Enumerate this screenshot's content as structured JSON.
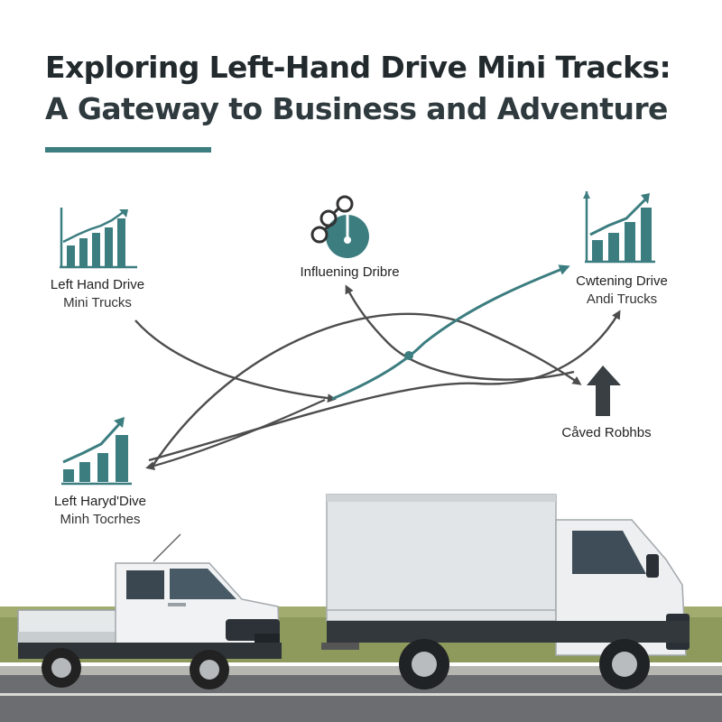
{
  "title": {
    "line1": "Exploring Left-Hand Drive Mini Tracks:",
    "line2": "A Gateway to Business and Adventure"
  },
  "nodes": {
    "top_left": {
      "line1": "Left Hand Drive",
      "line2": "Mini Trucks",
      "icon": "bar-chart-up-icon"
    },
    "top_center": {
      "line1": "Influening Dribre",
      "icon": "gear-dial-icon"
    },
    "top_right": {
      "line1": "Cwtening Drive",
      "line2": "Andi Trucks",
      "icon": "bar-chart-up-icon"
    },
    "bottom_left": {
      "line1": "Left Haryd'Dive",
      "line2": "Minh Tocrhes",
      "icon": "bar-chart-up-icon"
    },
    "middle_right": {
      "line1": "Cåved Robhbs",
      "icon": "up-arrow-icon"
    }
  },
  "colors": {
    "teal": "#3c7d80",
    "gray": "#4d4d4d",
    "title": "#222a2e"
  },
  "scene": {
    "vehicles": [
      "white-pickup-truck",
      "white-box-truck"
    ]
  }
}
